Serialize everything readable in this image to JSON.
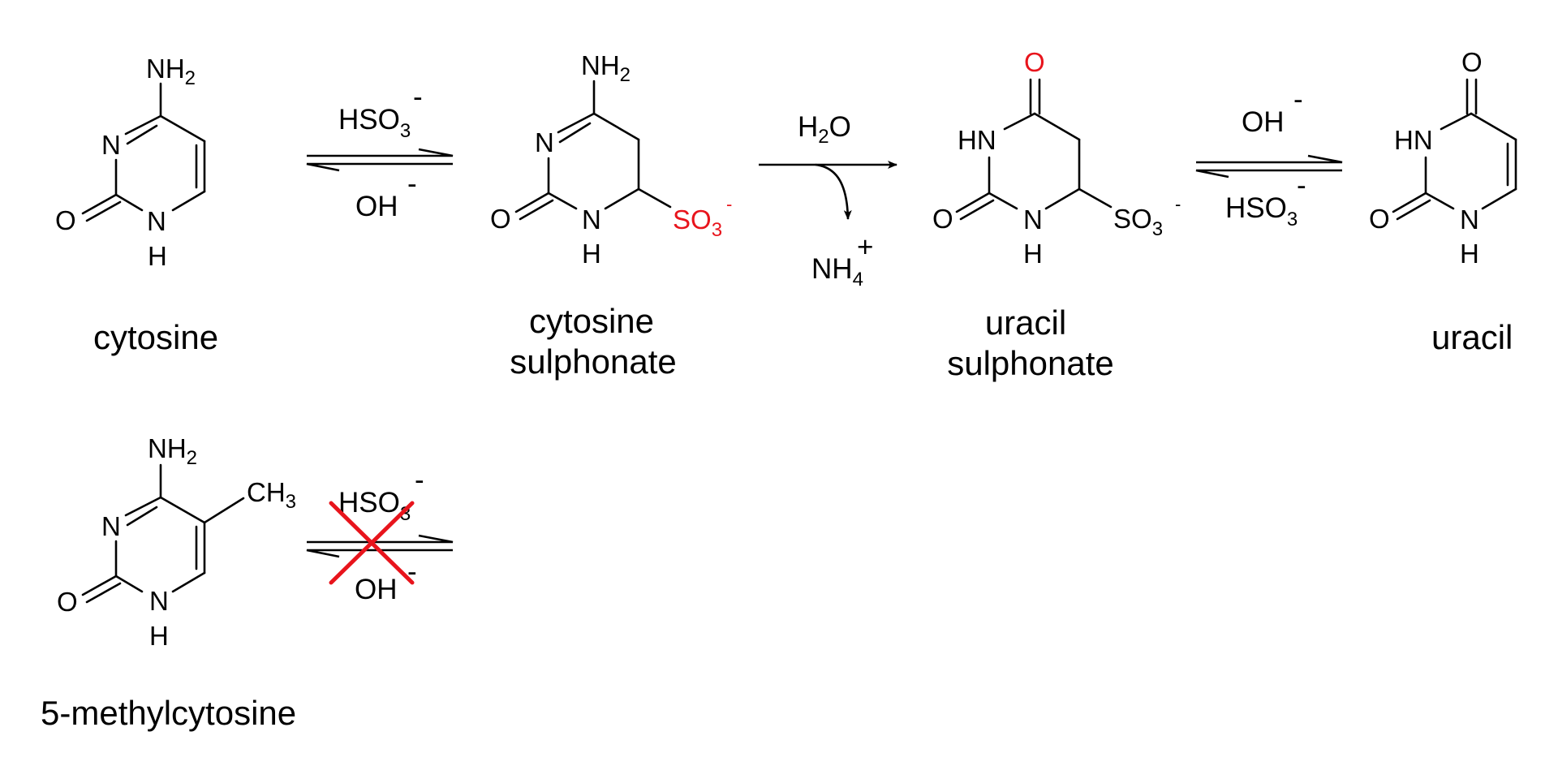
{
  "compounds": {
    "cytosine": {
      "name": "cytosine",
      "nh2": "NH",
      "nh2_sub": "2",
      "n": "N",
      "o": "O",
      "nh": "N",
      "h": "H"
    },
    "cytosine_sulphonate": {
      "name_line1": "cytosine",
      "name_line2": "sulphonate",
      "nh2": "NH",
      "nh2_sub": "2",
      "n": "N",
      "o": "O",
      "nh": "N",
      "h": "H",
      "so3": "SO",
      "so3_sub": "3",
      "so3_charge": "-",
      "so3_color": "#e8141c"
    },
    "uracil_sulphonate": {
      "name_line1": "uracil",
      "name_line2": "sulphonate",
      "o_top": "O",
      "o_top_color": "#e8141c",
      "hn": "HN",
      "o": "O",
      "nh": "N",
      "h": "H",
      "so3": "SO",
      "so3_sub": "3",
      "so3_charge": "-"
    },
    "uracil": {
      "name": "uracil",
      "o_top": "O",
      "hn": "HN",
      "o": "O",
      "nh": "N",
      "h": "H"
    },
    "methylcytosine": {
      "name": "5-methylcytosine",
      "nh2": "NH",
      "nh2_sub": "2",
      "ch3": "CH",
      "ch3_sub": "3",
      "n": "N",
      "o": "O",
      "nh": "N",
      "h": "H"
    }
  },
  "reactions": {
    "step1": {
      "top": "HSO",
      "top_sub": "3",
      "top_charge": "-",
      "bottom": "OH",
      "bottom_charge": "-",
      "type": "equilibrium"
    },
    "step2": {
      "top": "H",
      "top_sub": "2",
      "top_rest": "O",
      "byproduct": "NH",
      "byproduct_sub": "4",
      "byproduct_charge": "+",
      "type": "forward"
    },
    "step3": {
      "top": "OH",
      "top_charge": "-",
      "bottom": "HSO",
      "bottom_sub": "3",
      "bottom_charge": "-",
      "type": "equilibrium"
    },
    "blocked": {
      "top": "HSO",
      "top_sub": "3",
      "top_charge": "-",
      "bottom": "OH",
      "bottom_charge": "-",
      "type": "blocked-equilibrium",
      "cross_color": "#e8141c"
    }
  }
}
